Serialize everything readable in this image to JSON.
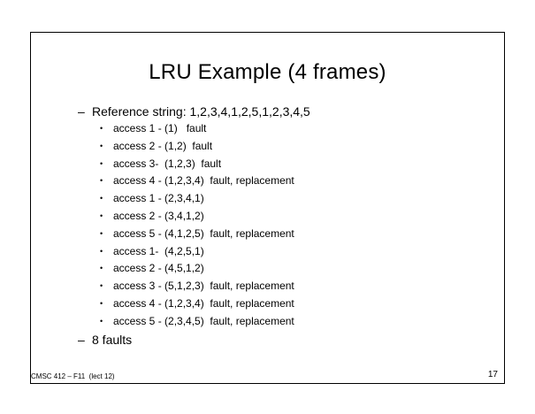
{
  "slide": {
    "title": "LRU Example (4 frames)",
    "reference_marker": "–",
    "reference_label": "Reference string: 1,2,3,4,1,2,5,1,2,3,4,5",
    "bullet": "•",
    "accesses": [
      "access 1 - (1)   fault",
      "access 2 - (1,2)  fault",
      "access 3-  (1,2,3)  fault",
      "access 4 - (1,2,3,4)  fault, replacement",
      "access 1 - (2,3,4,1)",
      "access 2 - (3,4,1,2)",
      "access 5 - (4,1,2,5)  fault, replacement",
      "access 1-  (4,2,5,1)",
      "access 2 - (4,5,1,2)",
      "access 3 - (5,1,2,3)  fault, replacement",
      "access 4 - (1,2,3,4)  fault, replacement",
      "access 5 - (2,3,4,5)  fault, replacement"
    ],
    "summary_marker": "–",
    "summary": "8 faults"
  },
  "footer": {
    "course": "CMSC 412 – F11  (lect 12)",
    "page_number": "17"
  }
}
